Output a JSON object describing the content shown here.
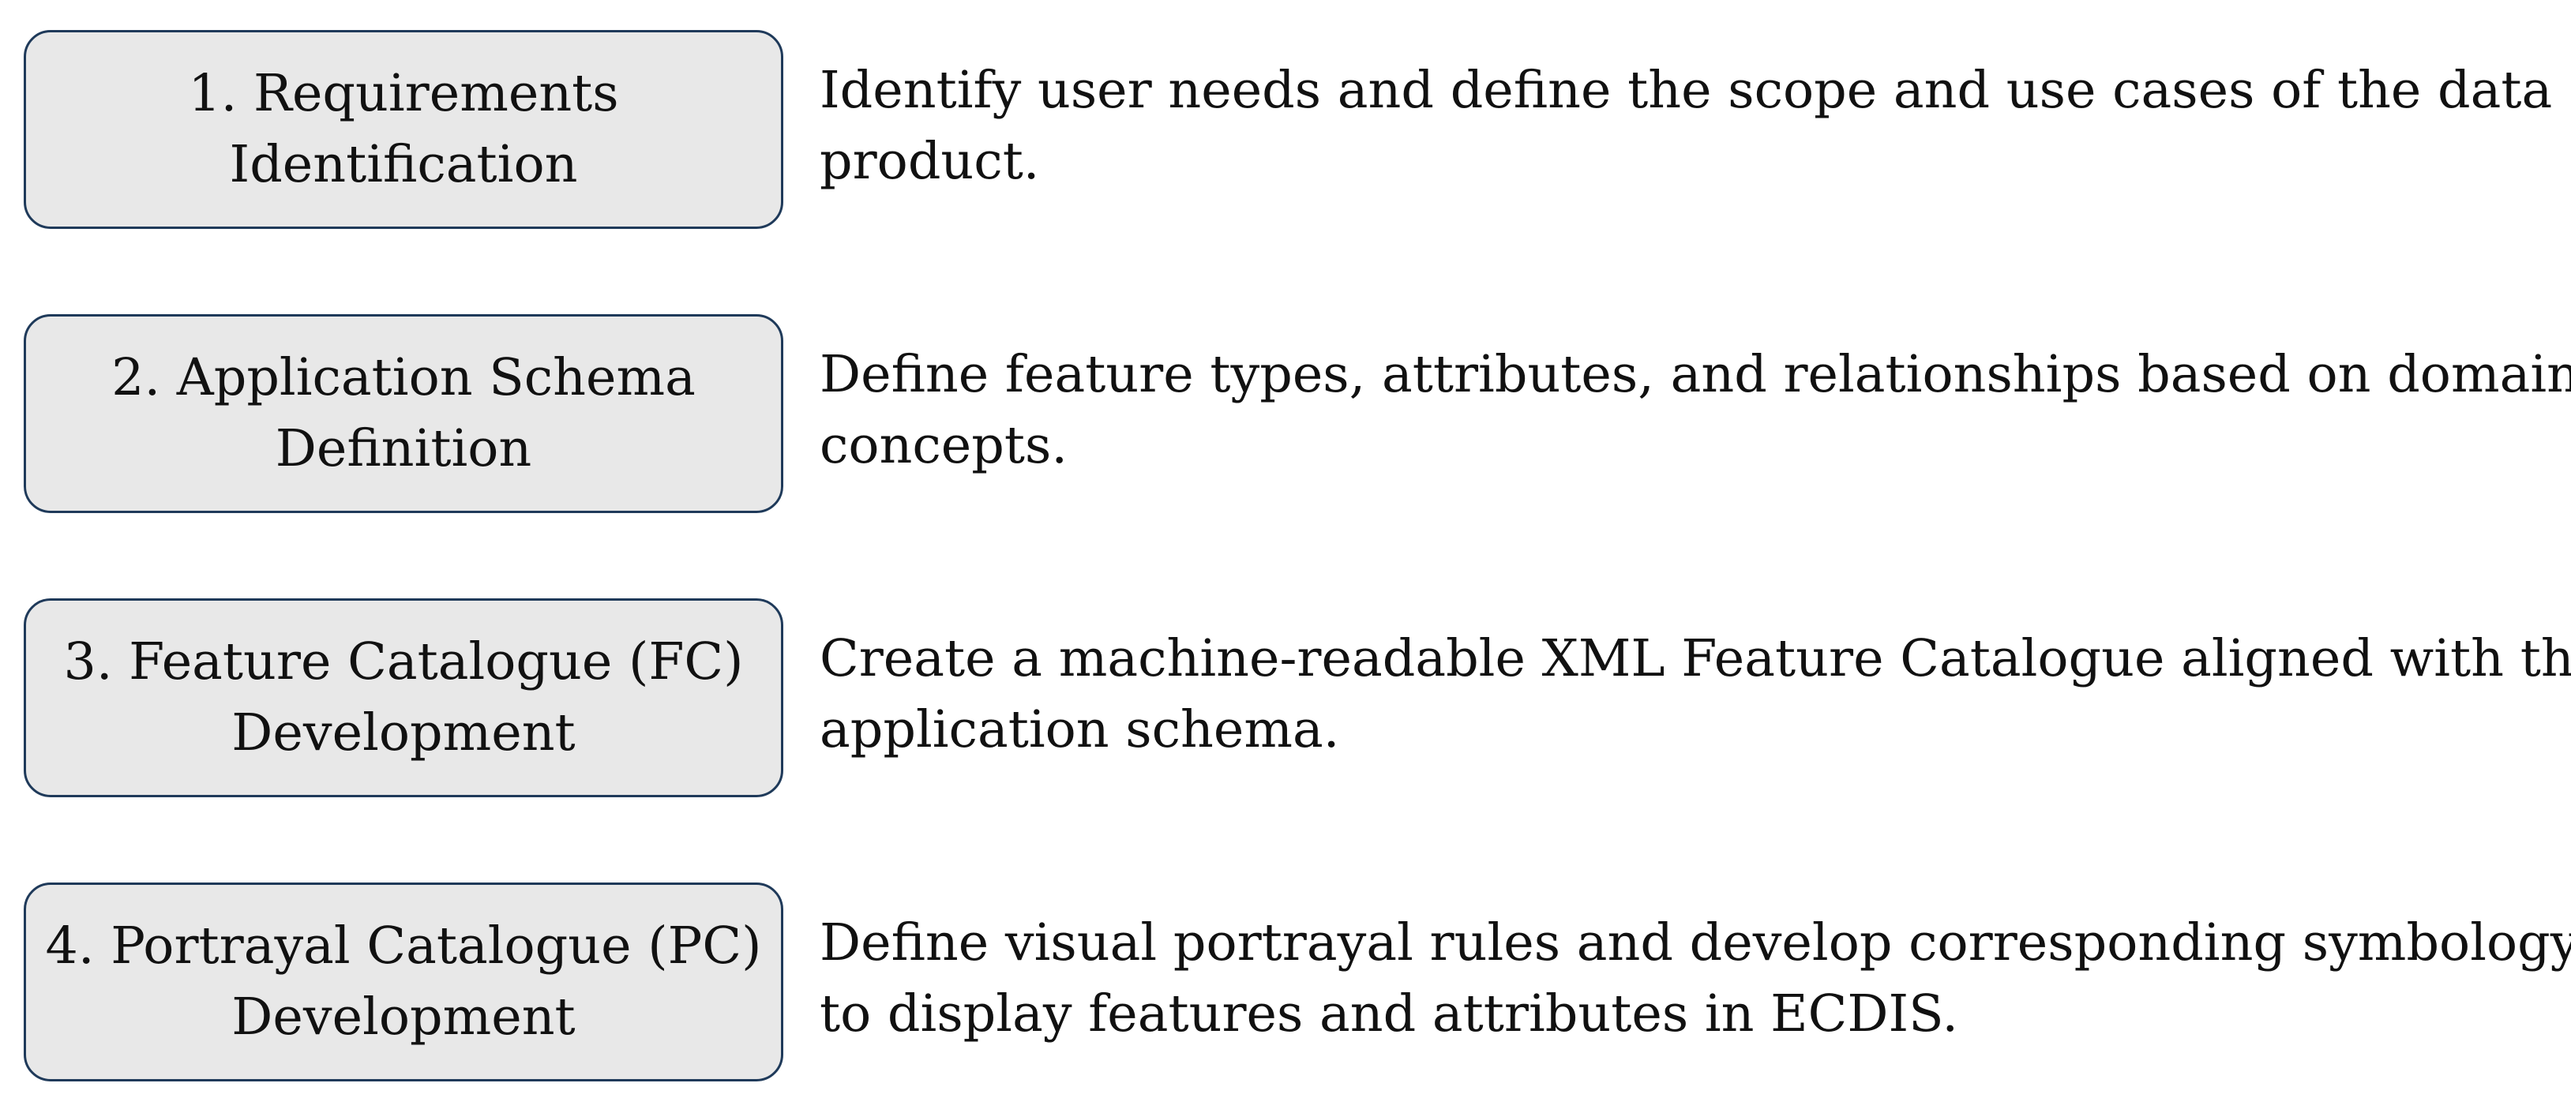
{
  "steps": [
    {
      "title_line1": "1. Requirements",
      "title_line2": "Identification",
      "desc_line1": "Identify user needs and define the scope and use cases of the data",
      "desc_line2": "product."
    },
    {
      "title_line1": "2. Application Schema",
      "title_line2": "Definition",
      "desc_line1": "Define feature types, attributes, and relationships based on domain",
      "desc_line2": "concepts."
    },
    {
      "title_line1": "3. Feature Catalogue (FC)",
      "title_line2": "Development",
      "desc_line1": "Create a machine-readable XML Feature Catalogue aligned with the",
      "desc_line2": "application schema."
    },
    {
      "title_line1": "4. Portrayal Catalogue (PC)",
      "title_line2": "Development",
      "desc_line1": "Define visual portrayal rules and develop corresponding symbology",
      "desc_line2": "to display features and attributes in ECDIS."
    }
  ],
  "colors": {
    "box_fill": "#e8e8e8",
    "box_border": "#1f3a5a",
    "text": "#111111"
  }
}
